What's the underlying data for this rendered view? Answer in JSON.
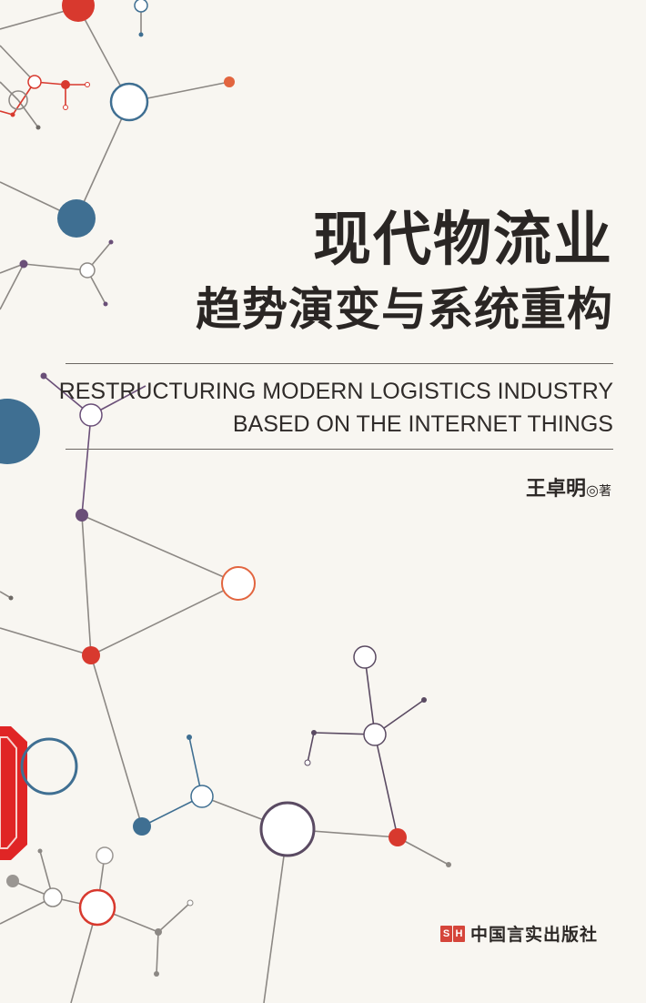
{
  "cover": {
    "title_cn": "现代物流业",
    "subtitle_cn": "趋势演变与系统重构",
    "title_en_line1": "RESTRUCTURING MODERN LOGISTICS INDUSTRY",
    "title_en_line2": "BASED ON THE INTERNET THINGS",
    "author_name": "王卓明",
    "author_separator": "◎",
    "author_role": "著",
    "publisher_logo_letters": [
      "S",
      "H"
    ],
    "publisher_name": "中国言实出版社"
  },
  "colors": {
    "background": "#f8f6f1",
    "text": "#2a2624",
    "accent_red": "#d8392e",
    "accent_blue": "#3f6f92",
    "accent_orange": "#e2653f",
    "accent_purple": "#6a4f78",
    "line_gray": "#8a8682"
  }
}
